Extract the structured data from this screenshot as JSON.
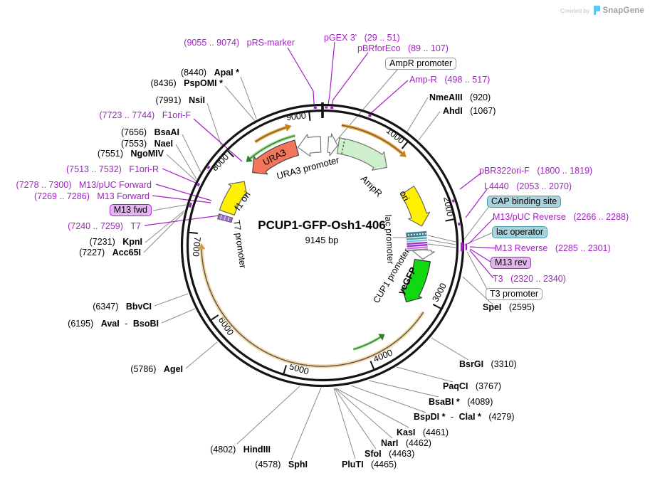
{
  "watermark": {
    "created_by": "Created by",
    "brand": "SnapGene"
  },
  "plasmid": {
    "title": "PCUP1-GFP-Osh1-406",
    "size": "9145 bp"
  },
  "map": {
    "ticks": [
      "1000",
      "2000",
      "3000",
      "4000",
      "5000",
      "6000",
      "7000",
      "8000",
      "9000"
    ],
    "features": {
      "ura3": "URA3",
      "ura3_promoter": "URA3 promoter",
      "ampr": "AmpR",
      "ori": "ori",
      "lac_promoter": "lac promoter",
      "cup1_promoter": "CUP1 promoter",
      "yegfp": "yeGFP",
      "f1_ori": "f1 ori",
      "t7_promoter": "T7 promoter"
    }
  },
  "labels": {
    "prs_marker": {
      "pos": "(9055 .. 9074)",
      "name": "pRS-marker"
    },
    "pgex3": {
      "name": "pGEX 3'",
      "pos": "(29 .. 51)"
    },
    "pbrforeco": {
      "name": "pBRforEco",
      "pos": "(89 .. 107)"
    },
    "ampr_promoter": {
      "name": "AmpR promoter"
    },
    "amp_r": {
      "name": "Amp-R",
      "pos": "(498 .. 517)"
    },
    "nmeaiii": {
      "name": "NmeAIII",
      "pos": "(920)"
    },
    "ahdi": {
      "name": "AhdI",
      "pos": "(1067)"
    },
    "pbr322ori_f": {
      "name": "pBR322ori-F",
      "pos": "(1800 .. 1819)"
    },
    "l4440": {
      "name": "L4440",
      "pos": "(2053 .. 2070)"
    },
    "cap_binding_site": {
      "name": "CAP binding site"
    },
    "m13_puc_reverse": {
      "name": "M13/pUC Reverse",
      "pos": "(2266 .. 2288)"
    },
    "lac_operator": {
      "name": "lac operator"
    },
    "m13_reverse": {
      "name": "M13 Reverse",
      "pos": "(2285 .. 2301)"
    },
    "m13_rev": {
      "name": "M13 rev"
    },
    "t3": {
      "name": "T3",
      "pos": "(2320 .. 2340)"
    },
    "t3_promoter": {
      "name": "T3 promoter"
    },
    "spei": {
      "name": "SpeI",
      "pos": "(2595)"
    },
    "bsrgi": {
      "name": "BsrGI",
      "pos": "(3310)"
    },
    "paqci": {
      "name": "PaqCI",
      "pos": "(3767)"
    },
    "bsabi": {
      "name": "BsaBI *",
      "pos": "(4089)"
    },
    "bspdi_clai": {
      "name": "BspDI *",
      "sep": "-",
      "name2": "ClaI *",
      "pos": "(4279)"
    },
    "kasi": {
      "name": "KasI",
      "pos": "(4461)"
    },
    "nari": {
      "name": "NarI",
      "pos": "(4462)"
    },
    "sfoi": {
      "name": "SfoI",
      "pos": "(4463)"
    },
    "pluti": {
      "name": "PluTI",
      "pos": "(4465)"
    },
    "sphi": {
      "pos": "(4578)",
      "name": "SphI"
    },
    "hindiii": {
      "pos": "(4802)",
      "name": "HindIII"
    },
    "agei": {
      "pos": "(5786)",
      "name": "AgeI"
    },
    "avai_bsobi": {
      "pos": "(6195)",
      "name": "AvaI",
      "sep": "-",
      "name2": "BsoBI"
    },
    "bbvci": {
      "pos": "(6347)",
      "name": "BbvCI"
    },
    "acc65i": {
      "pos": "(7227)",
      "name": "Acc65I"
    },
    "kpni": {
      "pos": "(7231)",
      "name": "KpnI"
    },
    "t7": {
      "pos": "(7240 .. 7259)",
      "name": "T7"
    },
    "m13_fwd": {
      "name": "M13 fwd"
    },
    "m13_forward": {
      "pos": "(7269 .. 7286)",
      "name": "M13 Forward"
    },
    "m13_puc_forward": {
      "pos": "(7278 .. 7300)",
      "name": "M13/pUC Forward"
    },
    "f1ori_r": {
      "pos": "(7513 .. 7532)",
      "name": "F1ori-R"
    },
    "ngomiv": {
      "pos": "(7551)",
      "name": "NgoMIV"
    },
    "naei": {
      "pos": "(7553)",
      "name": "NaeI"
    },
    "bsaai": {
      "pos": "(7656)",
      "name": "BsaAI"
    },
    "f1ori_f": {
      "pos": "(7723 .. 7744)",
      "name": "F1ori-F"
    },
    "nsii": {
      "pos": "(7991)",
      "name": "NsiI"
    },
    "pspomi": {
      "pos": "(8436)",
      "name": "PspOMI *"
    },
    "apai": {
      "pos": "(8440)",
      "name": "ApaI *"
    }
  }
}
